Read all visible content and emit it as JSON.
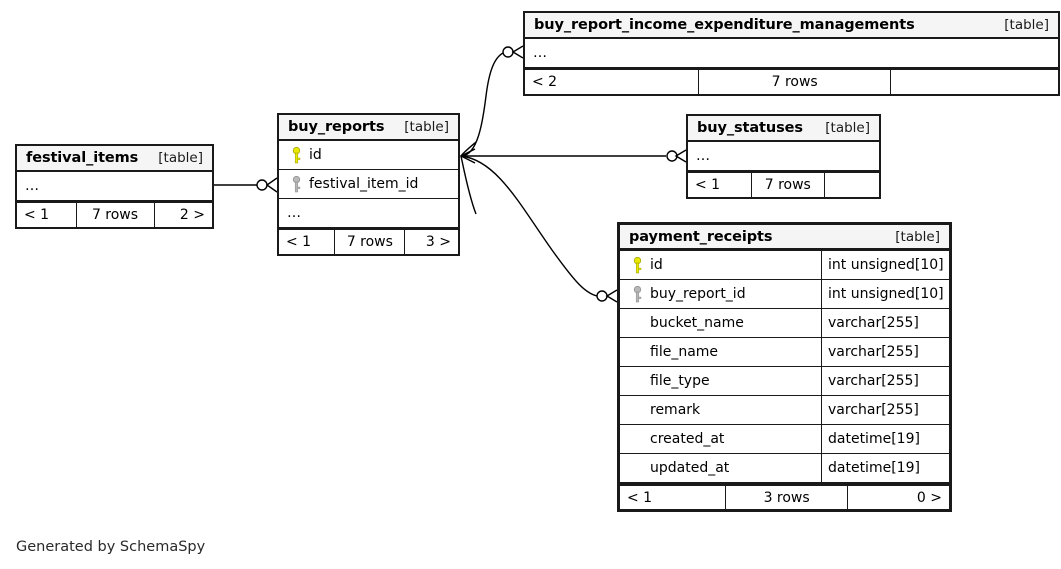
{
  "diagram": {
    "generator_note": "Generated by SchemaSpy",
    "table_tag": "[table]",
    "ellipsis": "…",
    "colors": {
      "primary_key": "#e8e800",
      "foreign_key": "#b0b0b0",
      "border": "#1a1a1a",
      "header_bg": "#f5f5f5",
      "canvas_bg": "#ffffff"
    }
  },
  "tables": {
    "festival_items": {
      "name": "festival_items",
      "type_tag": "[table]",
      "rows": [
        {
          "name": "…",
          "type": "",
          "key": "none",
          "is_ellipsis": true
        }
      ],
      "footer": {
        "left": "< 1",
        "mid": "7 rows",
        "right": "2 >"
      }
    },
    "buy_reports": {
      "name": "buy_reports",
      "type_tag": "[table]",
      "rows": [
        {
          "name": "id",
          "type": "",
          "key": "primary",
          "is_ellipsis": false
        },
        {
          "name": "festival_item_id",
          "type": "",
          "key": "foreign",
          "is_ellipsis": false
        },
        {
          "name": "…",
          "type": "",
          "key": "none",
          "is_ellipsis": true
        }
      ],
      "footer": {
        "left": "< 1",
        "mid": "7 rows",
        "right": "3 >"
      }
    },
    "buy_report_income_expenditure_managements": {
      "name": "buy_report_income_expenditure_managements",
      "type_tag": "[table]",
      "rows": [
        {
          "name": "…",
          "type": "",
          "key": "none",
          "is_ellipsis": true
        }
      ],
      "footer": {
        "left": "< 2",
        "mid": "7 rows",
        "right": ""
      }
    },
    "buy_statuses": {
      "name": "buy_statuses",
      "type_tag": "[table]",
      "rows": [
        {
          "name": "…",
          "type": "",
          "key": "none",
          "is_ellipsis": true
        }
      ],
      "footer": {
        "left": "< 1",
        "mid": "7 rows",
        "right": ""
      }
    },
    "payment_receipts": {
      "name": "payment_receipts",
      "type_tag": "[table]",
      "rows": [
        {
          "name": "id",
          "type": "int unsigned[10]",
          "key": "primary",
          "is_ellipsis": false
        },
        {
          "name": "buy_report_id",
          "type": "int unsigned[10]",
          "key": "foreign",
          "is_ellipsis": false
        },
        {
          "name": "bucket_name",
          "type": "varchar[255]",
          "key": "none",
          "is_ellipsis": false
        },
        {
          "name": "file_name",
          "type": "varchar[255]",
          "key": "none",
          "is_ellipsis": false
        },
        {
          "name": "file_type",
          "type": "varchar[255]",
          "key": "none",
          "is_ellipsis": false
        },
        {
          "name": "remark",
          "type": "varchar[255]",
          "key": "none",
          "is_ellipsis": false
        },
        {
          "name": "created_at",
          "type": "datetime[19]",
          "key": "none",
          "is_ellipsis": false
        },
        {
          "name": "updated_at",
          "type": "datetime[19]",
          "key": "none",
          "is_ellipsis": false
        }
      ],
      "footer": {
        "left": "< 1",
        "mid": "3 rows",
        "right": "0 >"
      }
    }
  },
  "relationships": [
    {
      "from": "festival_items",
      "to": "buy_reports",
      "label": ""
    },
    {
      "from": "buy_reports",
      "to": "buy_report_income_expenditure_managements",
      "label": ""
    },
    {
      "from": "buy_reports",
      "to": "buy_statuses",
      "label": ""
    },
    {
      "from": "buy_reports",
      "to": "payment_receipts",
      "label": ""
    }
  ]
}
